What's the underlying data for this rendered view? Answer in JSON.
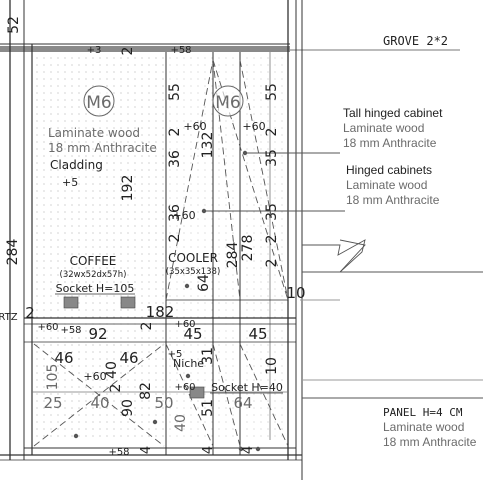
{
  "header": {
    "grove_label": "GROVE 2*2"
  },
  "codes": {
    "left": "M6",
    "right": "M6"
  },
  "left_cabinet": {
    "material": "Laminate wood",
    "finish": "18 mm Anthracite",
    "cladding": "Cladding",
    "cladding_offset": "+5",
    "appliance": "COFFEE",
    "appliance_size": "(32wx52dx57h)",
    "socket": "Socket H=105"
  },
  "center_cabinet": {
    "appliance": "COOLER",
    "appliance_size": "(35x35x138)",
    "niche": "Niche",
    "socket": "Socket H=40"
  },
  "notes": [
    {
      "title": "Tall hinged cabinet",
      "material": "Laminate wood",
      "finish": "18 mm Anthracite"
    },
    {
      "title": "Hinged cabinets",
      "material": "Laminate wood",
      "finish": "18 mm Anthracite"
    },
    {
      "title": "PANEL H=4 CM",
      "material": "Laminate wood",
      "finish": "18 mm Anthracite"
    }
  ],
  "dimensions": {
    "d52": "52",
    "d284": "284",
    "p3": "+3",
    "d2a": "2",
    "p58a": "+58",
    "d55a": "55",
    "d55b": "55",
    "p60a": "+60",
    "p60b": "+60",
    "d192": "192",
    "d132": "132",
    "d2b": "2",
    "d36a": "36",
    "d2c": "2",
    "d35a": "35",
    "d36b": "36",
    "p60c": "+60",
    "d2d": "2",
    "d35b": "35",
    "d2e": "2",
    "d278": "278",
    "d284b": "284",
    "d64a": "64",
    "d2f": "2",
    "d10a": "10",
    "rtz": "RTZ",
    "d2g": "2",
    "d182": "182",
    "p60d": "+60",
    "p58b": "+58",
    "d92": "92",
    "d2h": "2",
    "p60e": "+60",
    "d45a": "45",
    "d45b": "45",
    "d46a": "46",
    "d46b": "46",
    "d40a": "40",
    "p5": "+5",
    "d31": "31",
    "d10b": "10",
    "d105": "105",
    "p60f": "+60",
    "d2i": "2",
    "d82": "82",
    "p60g": "+60",
    "d25": "25",
    "d40b": "40",
    "d90": "90",
    "d50": "50",
    "d40c": "40",
    "d51": "51",
    "d64b": "64",
    "p58c": "+58",
    "d4a": "4",
    "d4b": "4",
    "d4c": "4"
  }
}
